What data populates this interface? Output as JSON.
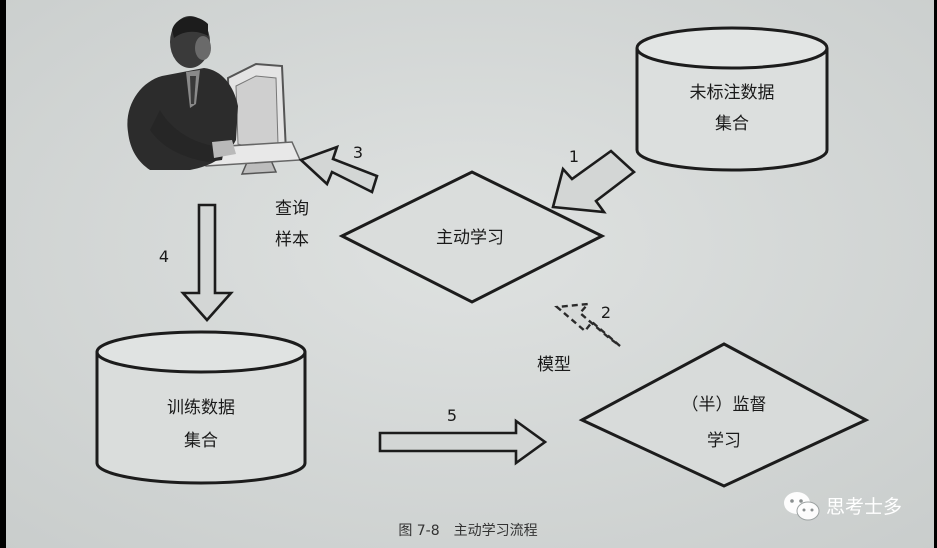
{
  "nodes": {
    "unlabeled_dataset": {
      "line1": "未标注数据",
      "line2": "集合"
    },
    "active_learning": {
      "label": "主动学习"
    },
    "training_dataset": {
      "line1": "训练数据",
      "line2": "集合"
    },
    "supervised_learning": {
      "line1": "（半）监督",
      "line2": "学习"
    }
  },
  "edges": {
    "step1": {
      "number": "1"
    },
    "step2": {
      "number": "2",
      "label": "模型"
    },
    "step3": {
      "number": "3",
      "label_line1": "查询",
      "label_line2": "样本"
    },
    "step4": {
      "number": "4"
    },
    "step5": {
      "number": "5"
    }
  },
  "caption": "图 7-8　主动学习流程",
  "watermark": {
    "text": "思考士多",
    "icon": "wechat-icon"
  },
  "colors": {
    "paper": "#d7dad9",
    "ink": "#1c1c1c",
    "backdrop": "#000000"
  }
}
